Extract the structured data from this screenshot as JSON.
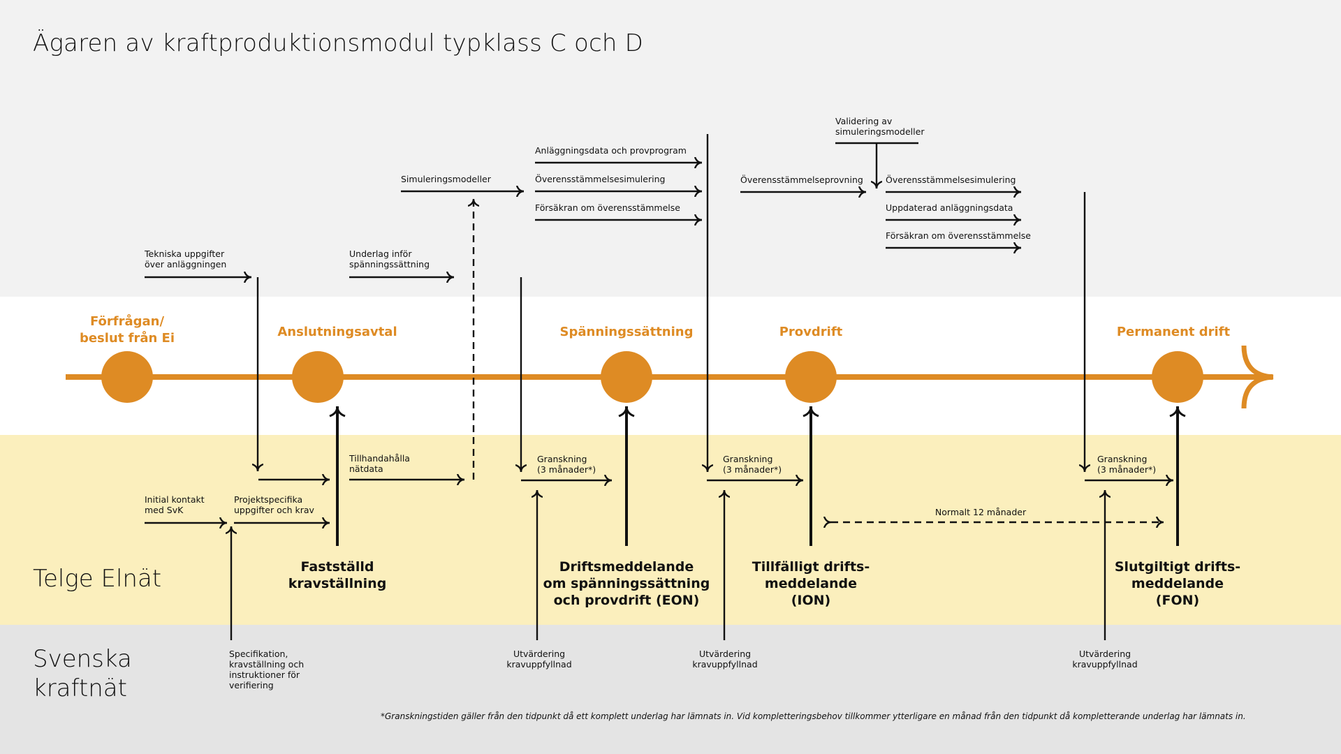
{
  "title": "Ägaren av kraftproduktionsmodul typklass C och D",
  "lanes": {
    "grid_owner": "Telge Elnät",
    "tso_line1": "Svenska",
    "tso_line2": "kraftnät"
  },
  "colors": {
    "accent": "#de8b24",
    "top_band": "#f2f2f2",
    "timeline_band": "#ffffff",
    "grid_owner_band": "#fbefbd",
    "tso_band": "#e4e4e4",
    "ink": "#111111"
  },
  "stages": [
    {
      "line1": "Förfrågan/",
      "line2": "beslut från Ei"
    },
    {
      "line1": "Anslutningsavtal"
    },
    {
      "line1": "Spänningssättning"
    },
    {
      "line1": "Provdrift"
    },
    {
      "line1": "Permanent drift"
    }
  ],
  "owner_flows": {
    "tekniska": [
      "Tekniska uppgifter",
      "över anläggningen"
    ],
    "underlag": [
      "Underlag inför",
      "spänningssättning"
    ],
    "simuleringsmodeller": "Simuleringsmodeller",
    "eon_inputs": [
      "Anläggningsdata och provprogram",
      "Överensstämmelsesimulering",
      "Försäkran om överensstämmelse"
    ],
    "validering": [
      "Validering av",
      "simuleringsmodeller"
    ],
    "overensstammelseprovning": "Överensstämmelseprovning",
    "fon_inputs": [
      "Överensstämmelsesimulering",
      "Uppdaterad anläggningsdata",
      "Försäkran om överensstämmelse"
    ]
  },
  "grid_flows": {
    "initial_kontakt": [
      "Initial kontakt",
      "med SvK"
    ],
    "projektspecifika": [
      "Projektspecifika",
      "uppgifter och krav"
    ],
    "tillhandahalla": [
      "Tillhandahålla",
      "nätdata"
    ],
    "granskning": [
      "Granskning",
      "(3 månader*)"
    ],
    "normalt": "Normalt 12 månader"
  },
  "milestones": [
    {
      "lines": [
        "Fastställd",
        "kravställning"
      ]
    },
    {
      "lines": [
        "Driftsmeddelande",
        "om spänningssättning",
        "och provdrift (EON)"
      ]
    },
    {
      "lines": [
        "Tillfälligt drifts-",
        "meddelande",
        "(ION)"
      ]
    },
    {
      "lines": [
        "Slutgiltigt drifts-",
        "meddelande",
        "(FON)"
      ]
    }
  ],
  "tso_flows": {
    "specifikation": [
      "Specifikation,",
      "kravställning och",
      "instruktioner för",
      "verifiering"
    ],
    "utvardering": [
      "Utvärdering",
      "kravuppfyllnad"
    ]
  },
  "footnote": "*Granskningstiden gäller från den tidpunkt då ett komplett underlag har lämnats in. Vid kompletteringsbehov tillkommer ytterligare en månad från den tidpunkt då kompletterande underlag har lämnats in."
}
